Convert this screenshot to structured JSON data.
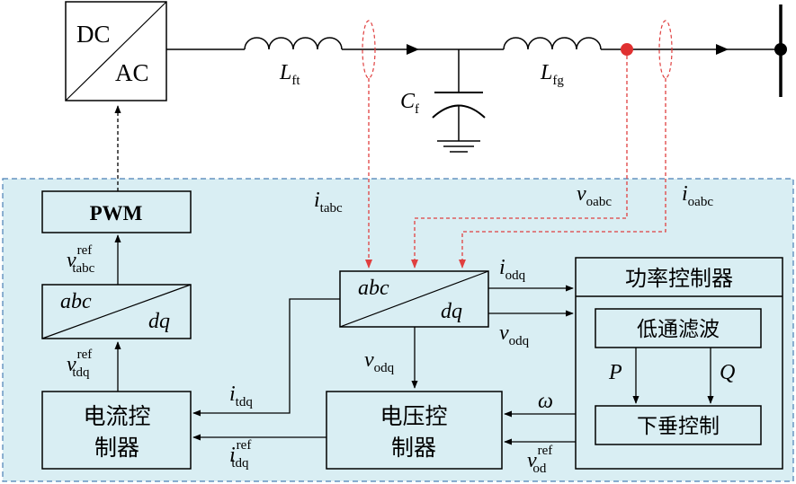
{
  "colors": {
    "panel_fill": "#d9eef3",
    "panel_border": "#4a7fb5",
    "signal_line": "#e04040",
    "node_dot": "#e03030",
    "wire": "#000000"
  },
  "converter": {
    "top": "DC",
    "bottom": "AC"
  },
  "inductor_ft": {
    "main": "L",
    "sub": "ft"
  },
  "capacitor_f": {
    "main": "C",
    "sub": "f"
  },
  "inductor_fg": {
    "main": "L",
    "sub": "fg"
  },
  "meas_i_tabc": {
    "main": "i",
    "sub": "tabc"
  },
  "meas_v_oabc": {
    "main": "v",
    "sub": "oabc"
  },
  "meas_i_oabc": {
    "main": "i",
    "sub": "oabc"
  },
  "pwm": {
    "label": "PWM"
  },
  "v_tabc_ref": {
    "main": "v",
    "sup": "ref",
    "sub": "tabc"
  },
  "abc_dq_left": {
    "top": "abc",
    "bottom": "dq"
  },
  "v_tdq_ref": {
    "main": "v",
    "sup": "ref",
    "sub": "tdq"
  },
  "current_ctrl": {
    "line1": "电流控",
    "line2": "制器"
  },
  "abc_dq_center": {
    "top": "abc",
    "bottom": "dq"
  },
  "i_odq": {
    "main": "i",
    "sub": "odq"
  },
  "v_odq_right": {
    "main": "v",
    "sub": "odq"
  },
  "v_odq_down": {
    "main": "v",
    "sub": "odq"
  },
  "i_tdq": {
    "main": "i",
    "sub": "tdq"
  },
  "i_tdq_ref": {
    "main": "i",
    "sup": "ref",
    "sub": "tdq"
  },
  "voltage_ctrl": {
    "line1": "电压控",
    "line2": "制器"
  },
  "power_ctrl": {
    "title": "功率控制器"
  },
  "lowpass": {
    "label": "低通滤波"
  },
  "p_label": "P",
  "q_label": "Q",
  "droop": {
    "label": "下垂控制"
  },
  "omega": "ω",
  "v_od_ref": {
    "main": "v",
    "sup": "ref",
    "sub": "od"
  }
}
